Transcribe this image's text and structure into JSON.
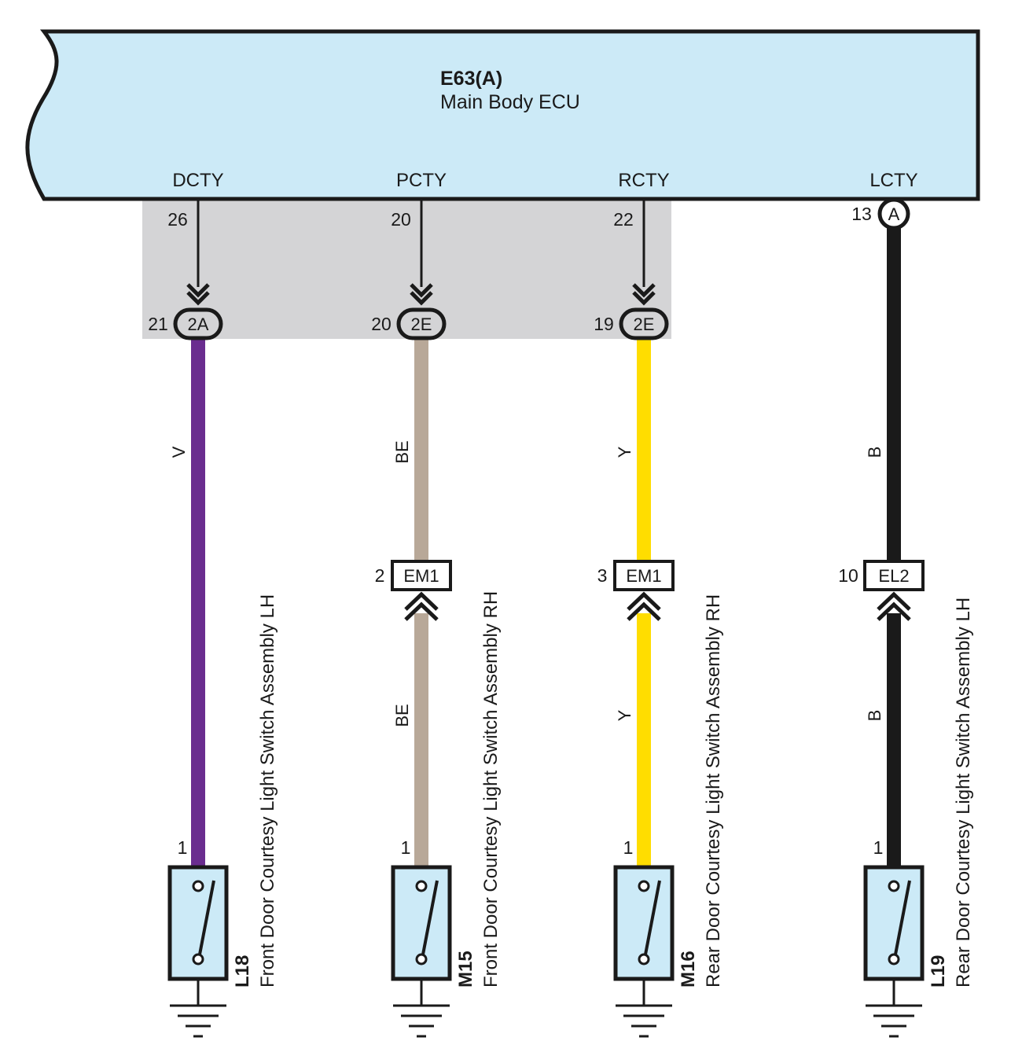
{
  "ecu": {
    "code": "E63(A)",
    "name": "Main Body ECU",
    "fill_color": "#cceaf7",
    "terminals": [
      "DCTY",
      "PCTY",
      "RCTY",
      "LCTY"
    ]
  },
  "junction_box": {
    "fill_color": "#d4d4d6"
  },
  "circuits": [
    {
      "terminal": "DCTY",
      "ecu_pin": "26",
      "junction_pin": "21",
      "junction_connector": "2A",
      "wire_color_code": "V",
      "wire_color": "#6a2d8f",
      "component_pin": "1",
      "component_id": "L18",
      "component_name": "Front Door Courtesy Light Switch Assembly LH",
      "has_inline_connector": false,
      "via_junction_box": true
    },
    {
      "terminal": "PCTY",
      "ecu_pin": "20",
      "junction_pin": "20",
      "junction_connector": "2E",
      "wire_color_code": "BE",
      "wire_color_code_lower": "BE",
      "wire_color": "#b8a898",
      "inline_pin": "2",
      "inline_connector": "EM1",
      "component_pin": "1",
      "component_id": "M15",
      "component_name": "Front Door Courtesy Light Switch Assembly RH",
      "has_inline_connector": true,
      "via_junction_box": true
    },
    {
      "terminal": "RCTY",
      "ecu_pin": "22",
      "junction_pin": "19",
      "junction_connector": "2E",
      "wire_color_code": "Y",
      "wire_color_code_lower": "Y",
      "wire_color": "#ffdd00",
      "inline_pin": "3",
      "inline_connector": "EM1",
      "component_pin": "1",
      "component_id": "M16",
      "component_name": "Rear Door Courtesy Light Switch Assembly RH",
      "has_inline_connector": true,
      "via_junction_box": true
    },
    {
      "terminal": "LCTY",
      "ecu_pin": "13",
      "ecu_connector": "A",
      "wire_color_code": "B",
      "wire_color_code_lower": "B",
      "wire_color": "#1a1a1a",
      "inline_pin": "10",
      "inline_connector": "EL2",
      "component_pin": "1",
      "component_id": "L19",
      "component_name": "Rear Door Courtesy Light Switch Assembly LH",
      "has_inline_connector": true,
      "via_junction_box": false
    }
  ],
  "switch_fill_color": "#cceaf7"
}
